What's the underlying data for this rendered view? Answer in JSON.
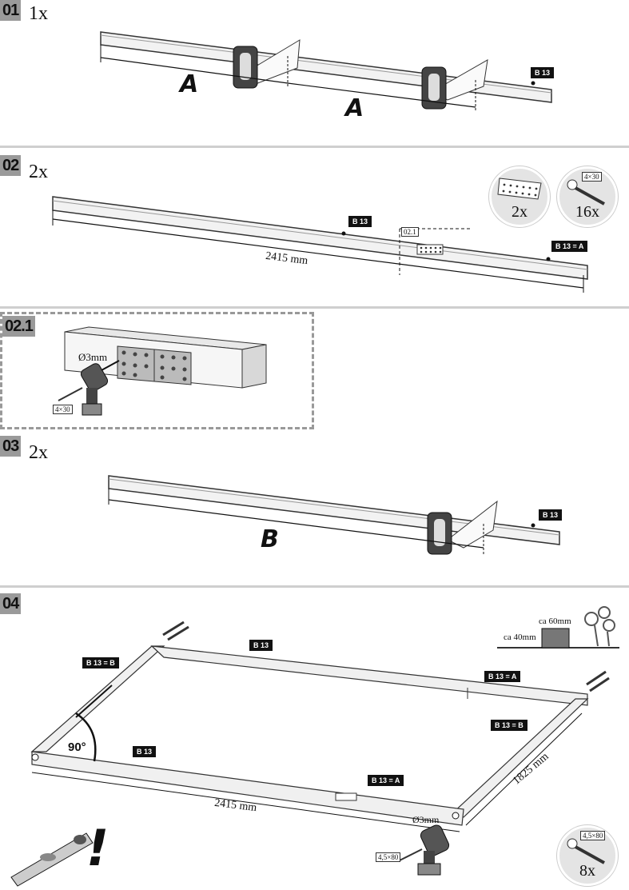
{
  "step1": {
    "number": "01",
    "qty": "1x",
    "label_a1": "A",
    "label_a2": "A",
    "tag": "B 13"
  },
  "step2": {
    "number": "02",
    "qty": "2x",
    "dimension": "2415 mm",
    "tag_mid": "B 13",
    "tag_end": "B 13 = A",
    "detail_ref": "02.1",
    "badge_plate_qty": "2x",
    "badge_screw_qty": "16x",
    "badge_screw_size": "4×30"
  },
  "step21": {
    "number": "02.1",
    "drill": "Ø3mm",
    "screw_size": "4×30"
  },
  "step3": {
    "number": "03",
    "qty": "2x",
    "label_b": "B",
    "tag": "B 13"
  },
  "step4": {
    "number": "04",
    "tag_left": "B 13 = B",
    "tag_top": "B 13",
    "tag_top_right": "B 13 = A",
    "tag_right": "B 13 = B",
    "tag_bottom_left": "B 13",
    "tag_bottom_mid": "B 13 = A",
    "angle": "90°",
    "dim_long": "2415 mm",
    "dim_short": "1825 mm",
    "drill": "Ø3mm",
    "screw_size": "4,5×80",
    "badge_screw_qty": "8x",
    "badge_screw_size": "4,5×80",
    "depth_60": "ca 60mm",
    "depth_40": "ca 40mm",
    "warning": "!"
  }
}
